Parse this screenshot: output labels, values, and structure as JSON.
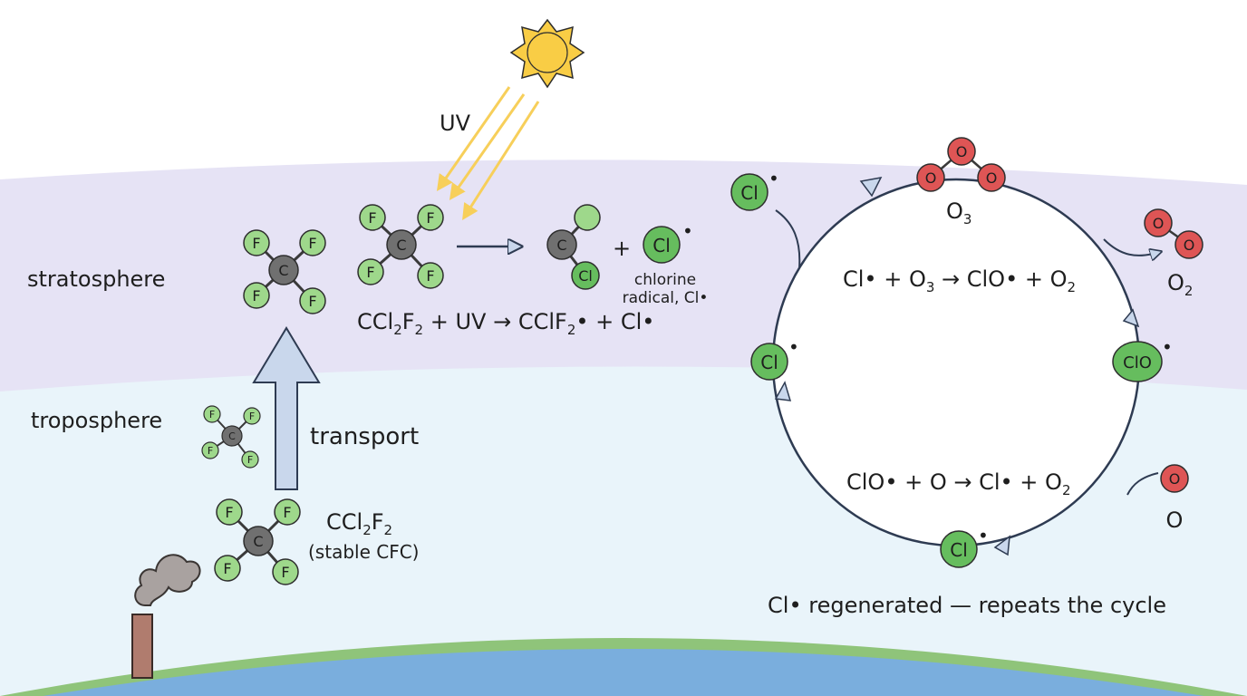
{
  "layers": {
    "stratosphere": "stratosphere",
    "troposphere": "troposphere"
  },
  "transport_label": "transport",
  "uv_label": "UV",
  "cfc": {
    "formula_main": "CCl",
    "formula_sub1": "2",
    "formula_f": "F",
    "formula_sub2": "2",
    "note": "(stable CFC)"
  },
  "atoms": {
    "F": "F",
    "C": "C",
    "Cl": "Cl",
    "O": "O",
    "ClO": "ClO",
    "radical_dot": "•"
  },
  "photolysis": {
    "plus": "+",
    "radical_note_line1": "chlorine",
    "radical_note_line2": "radical, Cl•",
    "equation": {
      "part1": "CCl",
      "sub1": "2",
      "part2": "F",
      "sub2": "2",
      "part3": " + UV → CClF",
      "sub3": "2",
      "part4": "• + Cl•"
    }
  },
  "cycle": {
    "o3_label": {
      "text": "O",
      "sub": "3"
    },
    "o2_label": {
      "text": "O",
      "sub": "2"
    },
    "o_label": "O",
    "reaction1": {
      "part1": "Cl• + O",
      "sub1": "3",
      "part2": " → ClO• + O",
      "sub2": "2"
    },
    "reaction2": {
      "part1": "ClO• + O → Cl• + O",
      "sub1": "2"
    },
    "caption": "Cl• regenerated — repeats the cycle"
  },
  "colors": {
    "stratosphere_band": "#e6e3f5",
    "troposphere_band": "#e9f4fa",
    "earth_ocean": "#7aaedd",
    "earth_land": "#8fc47a",
    "fluorine_atom": "#9ed88b",
    "chlorine_atom": "#66bd5e",
    "carbon_atom": "#707070",
    "oxygen_atom": "#de5555",
    "uv_ray": "#f7cf5a",
    "sun": "#f9cd45",
    "arrow_fill": "#c9d7ec",
    "cycle_line": "#2e3b52",
    "smoke": "#a9a2a0",
    "chimney": "#b07c6e"
  }
}
